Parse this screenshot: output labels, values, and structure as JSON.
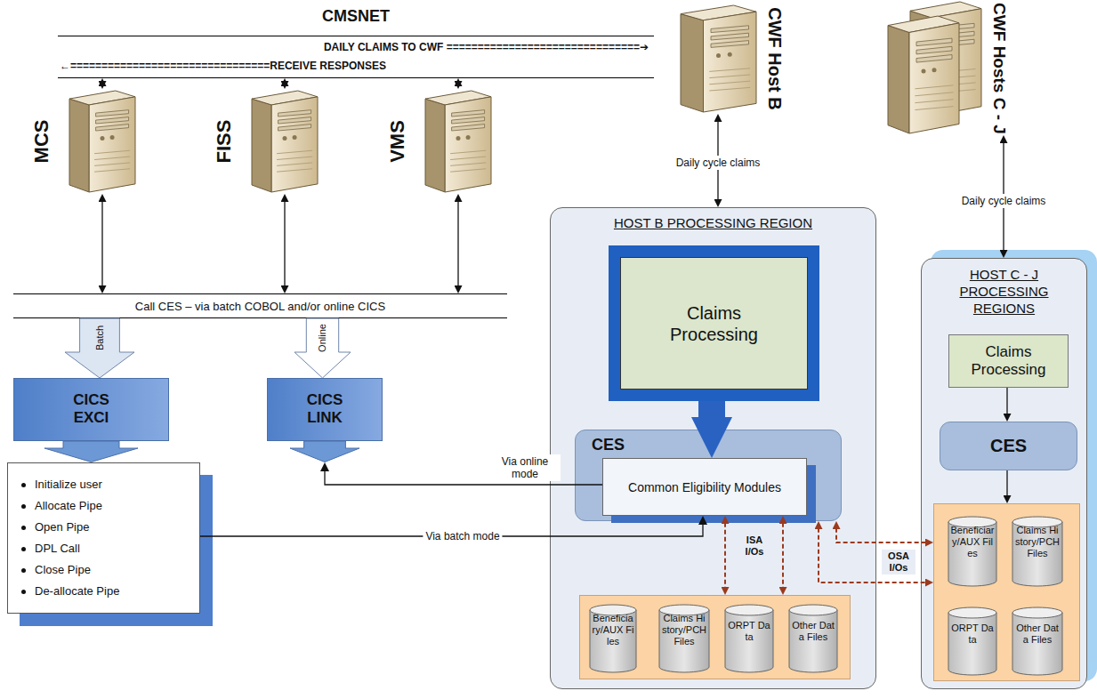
{
  "diagram": {
    "nodes": [
      {
        "text": [
          "CMSNET",
          "DAILY CLAIMS TO CWF ===============================➔",
          "←================================RECEIVE RESPONSES"
        ]
      },
      {
        "text": [
          "MCS"
        ]
      },
      {
        "text": [
          "FISS"
        ]
      },
      {
        "text": [
          "VMS"
        ]
      },
      {
        "text": [
          "CWF Host B"
        ]
      },
      {
        "text": [
          "CWF Hosts C - J"
        ]
      },
      {
        "text": [
          "Call CES – via batch COBOL and/or online CICS"
        ]
      },
      {
        "text": [
          "Batch"
        ]
      },
      {
        "text": [
          "Online"
        ]
      },
      {
        "text": [
          "CICS EXCI"
        ]
      },
      {
        "text": [
          "CICS LINK"
        ]
      },
      {
        "text": [
          "Initialize user",
          "Allocate Pipe",
          "Open Pipe",
          "DPL Call",
          "Close Pipe",
          "De-allocate Pipe"
        ]
      },
      {
        "text": [
          "HOST B PROCESSING REGION"
        ]
      },
      {
        "text": [
          "Claims Processing"
        ],
        "in": 12
      },
      {
        "text": [
          "CES"
        ],
        "in": 12
      },
      {
        "text": [
          "Common Eligibility Modules"
        ],
        "in": 14
      },
      {
        "text": [],
        "in": 12
      },
      {
        "text": [
          "Beneficiary/AUX Files"
        ],
        "in": 16
      },
      {
        "text": [
          "Claims History/PCH Files"
        ],
        "in": 16
      },
      {
        "text": [
          "ORPT Data"
        ],
        "in": 16
      },
      {
        "text": [
          "Other Data Files"
        ],
        "in": 16
      },
      {
        "text": [
          "HOST C - J PROCESSING REGIONS"
        ]
      },
      {
        "text": [
          "Claims Processing"
        ],
        "in": 21
      },
      {
        "text": [
          "CES"
        ],
        "in": 21
      },
      {
        "text": [],
        "in": 21
      },
      {
        "text": [
          "Beneficiary/AUX Files"
        ],
        "in": 24
      },
      {
        "text": [
          "Claims History/PCH Files"
        ],
        "in": 24
      },
      {
        "text": [
          "ORPT Data"
        ],
        "in": 24
      },
      {
        "text": [
          "Other Data Files"
        ],
        "in": 24
      }
    ],
    "edges": [
      {
        "from": 1,
        "to": 0,
        "arrow": "both"
      },
      {
        "from": 2,
        "to": 0,
        "arrow": "both"
      },
      {
        "from": 3,
        "to": 0,
        "arrow": "both"
      },
      {
        "from": 1,
        "to": 6,
        "arrow": "both"
      },
      {
        "from": 2,
        "to": 6,
        "arrow": "both"
      },
      {
        "from": 3,
        "to": 6,
        "arrow": "both"
      },
      {
        "from": 11,
        "to": 15,
        "label": "Via batch mode",
        "arrow": "to"
      },
      {
        "from": 15,
        "to": 10,
        "label": "Via online mode",
        "arrow": "to"
      },
      {
        "from": 4,
        "to": 12,
        "label": "Daily cycle claims",
        "arrow": "both"
      },
      {
        "from": 5,
        "to": 21,
        "label": "Daily cycle claims",
        "arrow": "both"
      },
      {
        "from": 13,
        "to": 15,
        "arrow": "to"
      },
      {
        "from": 15,
        "to": 16,
        "label": "ISA I/Os",
        "arrow": "both"
      },
      {
        "from": 15,
        "to": 16,
        "arrow": "both"
      },
      {
        "from": 14,
        "to": 24,
        "label": "OSA I/Os",
        "arrow": "both"
      },
      {
        "from": 14,
        "to": 24,
        "arrow": "both"
      },
      {
        "from": 22,
        "to": 23,
        "arrow": "to"
      },
      {
        "from": 23,
        "to": 24,
        "arrow": "to"
      }
    ]
  }
}
